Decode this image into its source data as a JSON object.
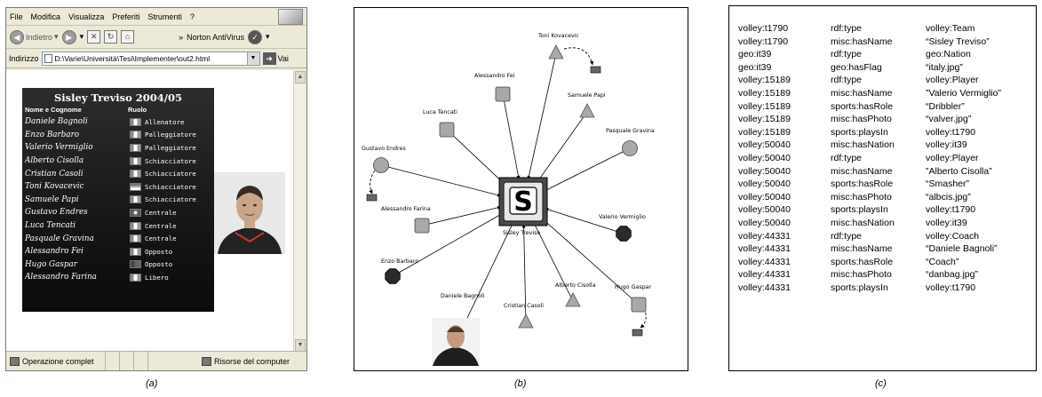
{
  "browser": {
    "menu": [
      "File",
      "Modifica",
      "Visualizza",
      "Preferiti",
      "Strumenti",
      "?"
    ],
    "toolbar": {
      "back_label": "Indietro",
      "extension_label": "Norton AntiVirus",
      "more_symbol": "»"
    },
    "address": {
      "label": "Indirizzo",
      "value": "D:\\Varie\\Università\\Tesi\\Implementer\\out2.html",
      "go_label": "Vai"
    },
    "status": {
      "text": "Operazione complet",
      "zone": "Risorse del computer"
    },
    "page": {
      "title": "Sisley Treviso 2004/05",
      "col_name": "Nome e Cognome",
      "col_role": "Ruolo",
      "players": [
        {
          "name": "Daniele Bagnoli",
          "role": "Allenatore",
          "flag": "italy"
        },
        {
          "name": "Enzo Barbaro",
          "role": "Palleggiatore",
          "flag": "italy"
        },
        {
          "name": "Valerio Vermiglio",
          "role": "Palleggiatore",
          "flag": "italy"
        },
        {
          "name": "Alberto Cisolla",
          "role": "Schiacciatore",
          "flag": "italy"
        },
        {
          "name": "Cristian Casoli",
          "role": "Schiacciatore",
          "flag": "italy"
        },
        {
          "name": "Toni Kovacevic",
          "role": "Schiacciatore",
          "flag": "serbia"
        },
        {
          "name": "Samuele Papi",
          "role": "Schiacciatore",
          "flag": "italy"
        },
        {
          "name": "Gustavo Endres",
          "role": "Centrale",
          "flag": "brazil"
        },
        {
          "name": "Luca Tencati",
          "role": "Centrale",
          "flag": "italy"
        },
        {
          "name": "Pasquale Gravina",
          "role": "Centrale",
          "flag": "italy"
        },
        {
          "name": "Alessandro Fei",
          "role": "Opposto",
          "flag": "italy"
        },
        {
          "name": "Hugo Gaspar",
          "role": "Opposto",
          "flag": "portugal"
        },
        {
          "name": "Alessandro Farina",
          "role": "Libero",
          "flag": "italy"
        }
      ]
    }
  },
  "graph": {
    "center_label": "Sisley Treviso",
    "center_letter": "S",
    "nodes": [
      {
        "label": "Toni Kovacevic",
        "shape": "triangle"
      },
      {
        "label": "Alessandro Fei",
        "shape": "square"
      },
      {
        "label": "Samuele Papi",
        "shape": "triangle"
      },
      {
        "label": "Luca Tencati",
        "shape": "square"
      },
      {
        "label": "Pasquale Gravina",
        "shape": "circle"
      },
      {
        "label": "Gustavo Endres",
        "shape": "circle"
      },
      {
        "label": "Alessandro Farina",
        "shape": "square"
      },
      {
        "label": "Valerio Vermiglio",
        "shape": "octagon"
      },
      {
        "label": "Enzo Barbaro",
        "shape": "octagon"
      },
      {
        "label": "Hugo Gaspar",
        "shape": "square"
      },
      {
        "label": "Alberto Cisolla",
        "shape": "triangle"
      },
      {
        "label": "Cristian Casoli",
        "shape": "triangle"
      },
      {
        "label": "Daniele Bagnoli",
        "shape": "photo"
      }
    ]
  },
  "triples": [
    [
      "volley:t1790",
      "rdf:type",
      "volley:Team"
    ],
    [
      "volley:t1790",
      "misc:hasName",
      "“Sisley Treviso”"
    ],
    [
      "geo:it39",
      "rdf:type",
      "geo:Nation"
    ],
    [
      "geo:it39",
      "geo:hasFlag",
      "“italy.jpg”"
    ],
    [
      "volley:15189",
      "rdf:type",
      "volley:Player"
    ],
    [
      "volley:15189",
      "misc:hasName",
      "”Valerio Vermiglio”"
    ],
    [
      "volley:15189",
      "sports:hasRole",
      "“Dribbler”"
    ],
    [
      "volley:15189",
      "misc:hasPhoto",
      "“valver.jpg”"
    ],
    [
      "volley:15189",
      "sports:playsIn",
      "volley:t1790"
    ],
    [
      "volley:50040",
      "misc:hasNation",
      "volley:it39"
    ],
    [
      "volley:50040",
      "rdf:type",
      "volley:Player"
    ],
    [
      "volley:50040",
      "misc:hasName",
      "”Alberto Cisolla”"
    ],
    [
      "volley:50040",
      "sports:hasRole",
      "“Smasher”"
    ],
    [
      "volley:50040",
      "misc:hasPhoto",
      "“albcis.jpg”"
    ],
    [
      "volley:50040",
      "sports:playsIn",
      "volley:t1790"
    ],
    [
      "volley:50040",
      "misc:hasNation",
      "volley:it39"
    ],
    [
      "volley:44331",
      "rdf:type",
      "volley:Coach"
    ],
    [
      "volley:44331",
      "misc:hasName",
      "“Daniele Bagnoli”"
    ],
    [
      "volley:44331",
      "sports:hasRole",
      "“Coach”"
    ],
    [
      "volley:44331",
      "misc:hasPhoto",
      "“danbag.jpg”"
    ],
    [
      "volley:44331",
      "sports:playsIn",
      "volley:t1790"
    ]
  ],
  "captions": {
    "a": "(a)",
    "b": "(b)",
    "c": "(c)"
  },
  "colors": {
    "node_fill": "#a8a8a8",
    "octagon_fill": "#2a2a2a",
    "table_bg": "#1c1c1c"
  }
}
